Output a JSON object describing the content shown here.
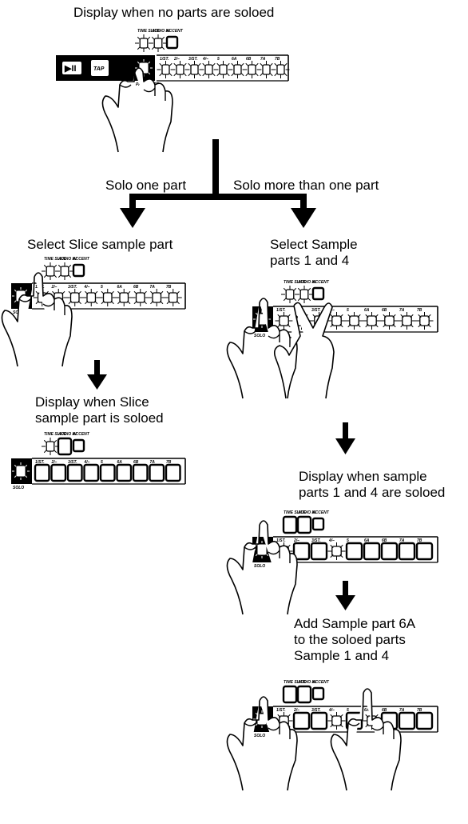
{
  "captions": {
    "top": "Display when no parts are soloed",
    "solo_one": "Solo one part",
    "solo_more": "Solo more than one part",
    "select_slice": "Select Slice sample part",
    "select_sample_1": "Select Sample",
    "select_sample_2": "parts 1 and 4",
    "disp_slice_1": "Display when Slice",
    "disp_slice_2": "sample part is soloed",
    "disp_sample_1": "Display when sample",
    "disp_sample_2": "parts 1 and 4 are soloed",
    "add_1": "Add Sample part 6A",
    "add_2": "to the soloed parts",
    "add_3": "Sample 1 and 4"
  },
  "panel_labels": {
    "top": [
      "TIME SLICE",
      "AUDIO IN",
      "ACCENT"
    ],
    "pads": [
      "1/ST.",
      "2/–",
      "3/ST.",
      "4/–",
      "5",
      "6A",
      "6B",
      "7A",
      "7B"
    ],
    "play": "▶II",
    "tap": "TAP",
    "part_mute": "PART MUTE",
    "solo": "SOLO"
  }
}
